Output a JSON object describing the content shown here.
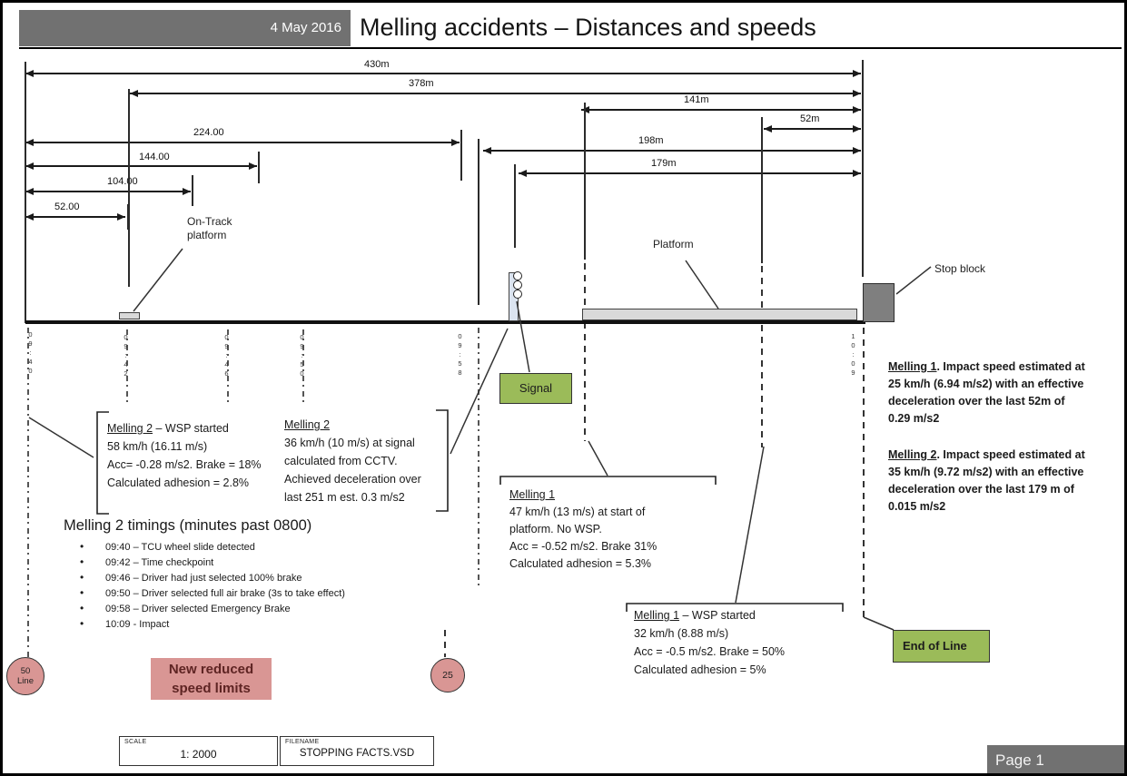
{
  "header": {
    "date": "4 May 2016",
    "title": "Melling accidents – Distances and speeds"
  },
  "dimensions": {
    "d430": "430m",
    "d378": "378m",
    "d141": "141m",
    "d52m": "52m",
    "d224": "224.00",
    "d198": "198m",
    "d144": "144.00",
    "d179": "179m",
    "d104": "104.00",
    "d52": "52.00"
  },
  "track_labels": {
    "on_track_1": "On-Track",
    "on_track_2": "platform",
    "platform": "Platform",
    "stop_block": "Stop block"
  },
  "timestamps": [
    "09:40",
    "09:42",
    "09:46",
    "09:50",
    "09:58",
    "10:09"
  ],
  "signs": {
    "signal": "Signal",
    "end_of_line": "End of Line",
    "line50_top": "50",
    "line50_bottom": "Line",
    "speed25": "25",
    "new_limits_1": "New reduced",
    "new_limits_2": "speed limits"
  },
  "annotations": {
    "melling2_wsp": {
      "lead": "Melling 2",
      "rest": " – WSP started",
      "lines": [
        "58 km/h (16.11 m/s)",
        "Acc= -0.28 m/s2. Brake = 18%",
        "Calculated adhesion = 2.8%"
      ]
    },
    "melling2_signal": {
      "lead": "Melling 2",
      "rest": "",
      "lines": [
        "36 km/h (10 m/s) at signal",
        "calculated from CCTV.",
        "Achieved deceleration over",
        "last 251 m est.  0.3 m/s2"
      ]
    },
    "melling1_platform": {
      "lead": "Melling 1",
      "rest": "",
      "lines": [
        "47 km/h (13 m/s) at start of",
        "platform. No WSP.",
        "Acc = -0.52 m/s2. Brake 31%",
        "Calculated adhesion = 5.3%"
      ]
    },
    "melling1_wsp": {
      "lead": "Melling 1",
      "rest": " – WSP started",
      "lines": [
        "32 km/h (8.88 m/s)",
        "Acc = -0.5 m/s2. Brake = 50%",
        "Calculated adhesion = 5%"
      ]
    },
    "melling1_impact": {
      "lead": "Melling 1",
      "rest": ". Impact speed estimated at",
      "lines": [
        "25 km/h (6.94 m/s2) with an effective",
        "deceleration over the last 52m of",
        "0.29 m/s2"
      ]
    },
    "melling2_impact": {
      "lead": "Melling 2",
      "rest": ". Impact speed estimated at",
      "lines": [
        "35 km/h (9.72 m/s2) with an effective",
        "deceleration over the last 179 m of",
        "0.015 m/s2"
      ]
    }
  },
  "timings": {
    "title": "Melling 2 timings (minutes past 0800)",
    "items": [
      "09:40 – TCU wheel slide detected",
      "09:42 – Time checkpoint",
      "09:46 – Driver had just selected 100% brake",
      "09:50 – Driver selected full air brake (3s to take effect)",
      "09:58 – Driver selected Emergency Brake",
      "10:09 - Impact"
    ]
  },
  "footer": {
    "scale_label": "SCALE",
    "scale_value": "1: 2000",
    "filename_label": "FILENAME",
    "filename_value": "STOPPING FACTS.VSD",
    "page": "Page 1"
  },
  "colors": {
    "green": "#9BBB59",
    "pink": "#D99694",
    "header_gray": "#717171"
  }
}
